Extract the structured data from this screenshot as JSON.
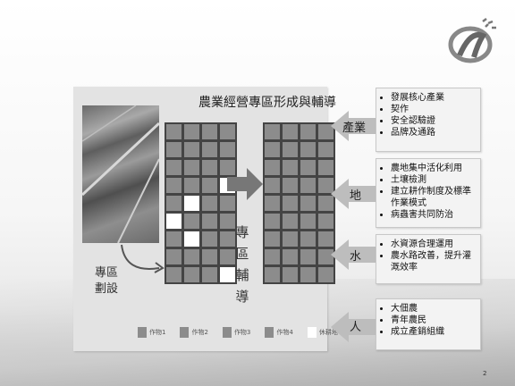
{
  "slide": {
    "title": "農業經營專區形成與輔導",
    "zone_label_line1": "專區",
    "zone_label_line2": "劃設",
    "coach_chars": [
      "專",
      "區",
      "輔",
      "導"
    ],
    "page_number": "2"
  },
  "grid_before": {
    "fallow_cells": [
      [
        3,
        3
      ],
      [
        4,
        1
      ],
      [
        5,
        0
      ],
      [
        6,
        1
      ],
      [
        8,
        3
      ]
    ]
  },
  "legend": [
    {
      "label": "作物1",
      "swatch": "#8c8c8c"
    },
    {
      "label": "作物2",
      "swatch": "#8c8c8c"
    },
    {
      "label": "作物3",
      "swatch": "#8c8c8c"
    },
    {
      "label": "作物4",
      "swatch": "#8c8c8c"
    },
    {
      "label": "休耕地",
      "swatch": "#ffffff"
    }
  ],
  "categories": [
    {
      "label": "產業",
      "items": [
        "發展核心產業",
        "契作",
        "安全認驗證",
        "品牌及通路"
      ]
    },
    {
      "label": "地",
      "items": [
        "農地集中活化利用",
        "土壤檢測",
        "建立耕作制度及標準作業模式",
        "病蟲害共同防治"
      ]
    },
    {
      "label": "水",
      "items": [
        "水資源合理運用",
        "農水路改善，提升灌溉效率"
      ]
    },
    {
      "label": "人",
      "items": [
        "大佃農",
        "青年農民",
        "成立產銷組織"
      ]
    }
  ]
}
